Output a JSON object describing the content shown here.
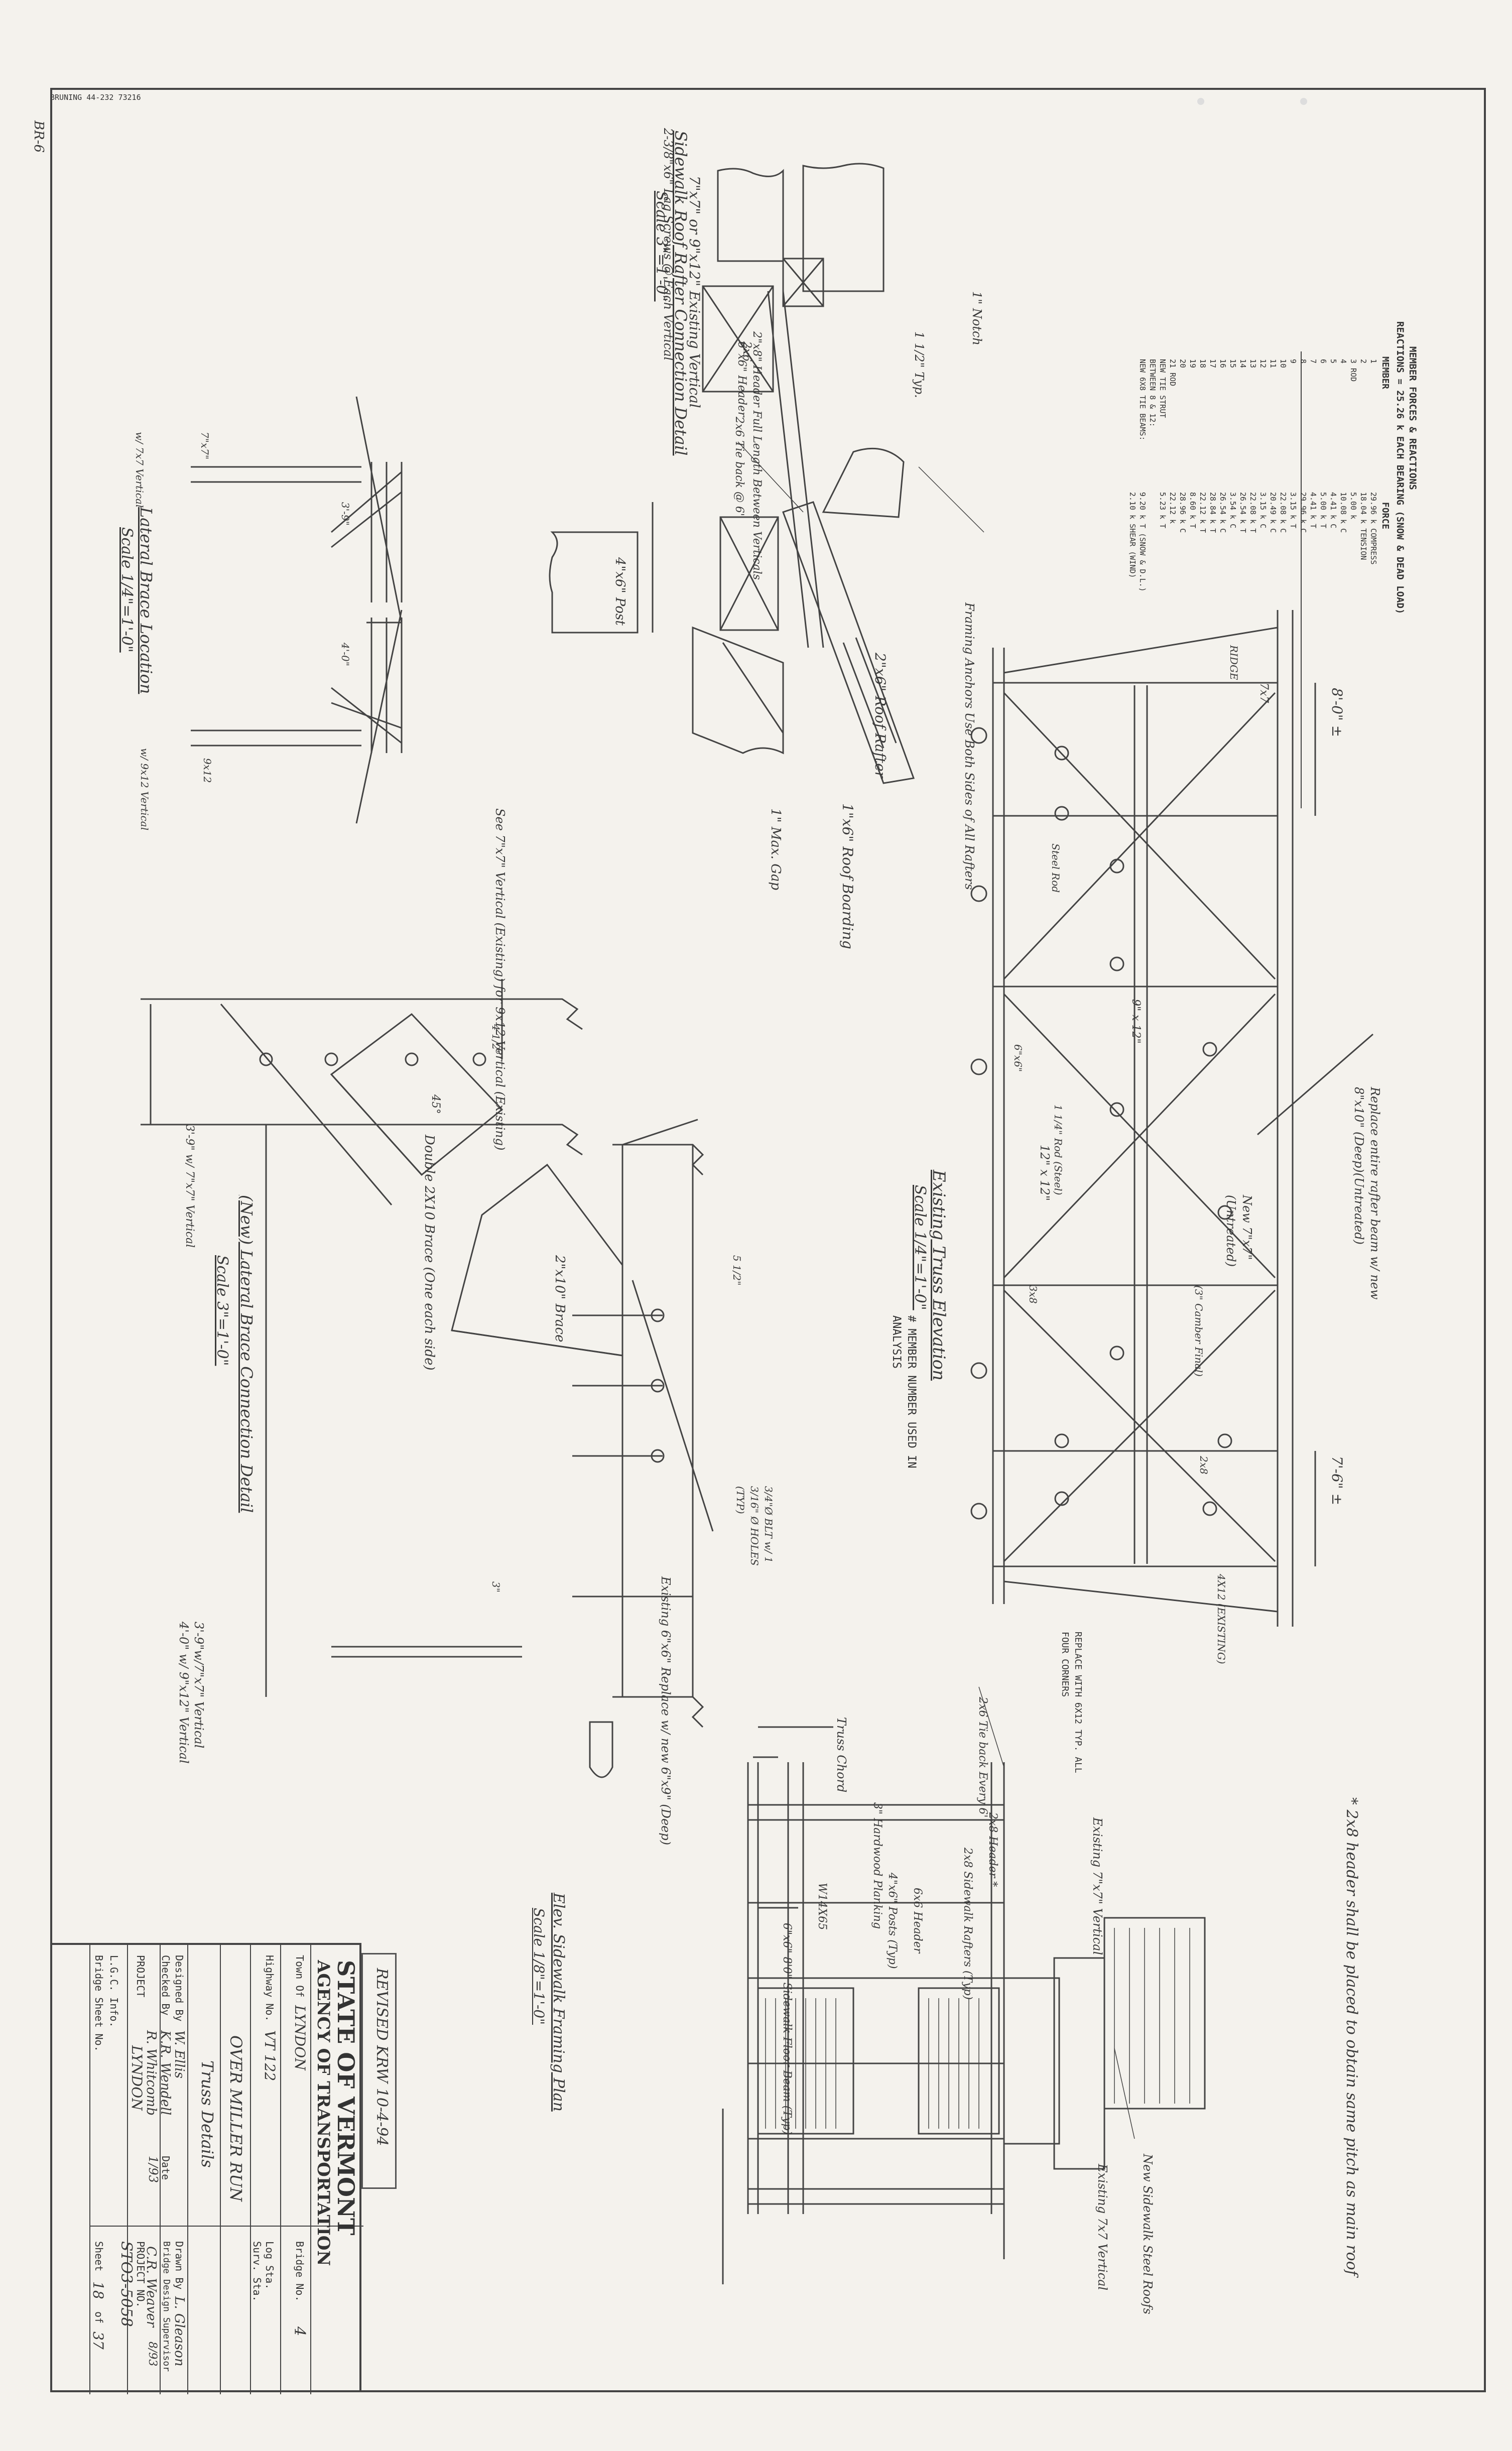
{
  "header": {
    "stamp": "BRUNING 44-232 73216",
    "sheet_code": "BR-6"
  },
  "title_block": {
    "agency_line1": "STATE OF VERMONT",
    "agency_line2": "AGENCY OF TRANSPORTATION",
    "revised": "REVISED   KRW  10-4-94",
    "town_label": "Town Of",
    "town": "LYNDON",
    "bridge_no_label": "Bridge No.",
    "bridge_no": "4",
    "highway_label": "Highway No.",
    "highway": "VT 122",
    "log_sta": "Log Sta.",
    "surv_sta": "Surv. Sta.",
    "crossing": "OVER MILLER RUN",
    "sheet_title": "Truss Details",
    "designed_by_label": "Designed By",
    "designed_by": "W. Ellis",
    "drawn_by_label": "Drawn By",
    "drawn_by": "L. Gleason",
    "checked_by_label": "Checked By",
    "checked_by": "K.R. Wendell",
    "date_label": "Date",
    "date1": "1/93",
    "bridge_design_supv_label": "Bridge Design Supervisor",
    "supervisor": "R. Whitcomb",
    "date2": "8/93",
    "engineer": "C.R. Weaver",
    "project_label": "PROJECT",
    "project": "LYNDON",
    "project_no_label": "PROJECT NO.",
    "project_no": "STO3-5058",
    "lgc_info": "L.G.C. Info.",
    "bridge_sheet_label": "Bridge Sheet No.",
    "sheet_label": "Sheet",
    "sheet": "18",
    "of_label": "of",
    "of": "37"
  },
  "forces_table": {
    "title": "MEMBER FORCES & REACTIONS",
    "reactions": "REACTIONS = 25.26 k EACH BEARING (SNOW & DEAD LOAD)",
    "col_member": "MEMBER",
    "col_force": "FORCE",
    "rows": [
      [
        "1",
        "29.96 k COMPRESS"
      ],
      [
        "2",
        "18.04 k TENSION"
      ],
      [
        "3   ROD",
        "5.00 k"
      ],
      [
        "4",
        "10.08 k C"
      ],
      [
        "5",
        "4.41 k C"
      ],
      [
        "6",
        "5.00 k T"
      ],
      [
        "7",
        "4.41 k T"
      ],
      [
        "8",
        "29.96 k C"
      ],
      [
        "9",
        "3.15 k T"
      ],
      [
        "10",
        "22.08 k C"
      ],
      [
        "11",
        "20.49 k C"
      ],
      [
        "12",
        "3.15 k C"
      ],
      [
        "13",
        "22.08 k T"
      ],
      [
        "14",
        "26.54 k T"
      ],
      [
        "15",
        "3.54 k C"
      ],
      [
        "16",
        "26.54 k C"
      ],
      [
        "17",
        "28.84 k T"
      ],
      [
        "18",
        "22.12 k T"
      ],
      [
        "19",
        "8.60 k T"
      ],
      [
        "20",
        "28.96 k C"
      ],
      [
        "21   ROD",
        "22.12 k"
      ],
      [
        "NEW TIE STRUT",
        "5.23 k T"
      ],
      [
        "BETWEEN 8 & 12:",
        ""
      ],
      [
        "NEW 6X8 TIE BEAMS:",
        "9.20 k T (SNOW & D.L.)"
      ],
      [
        "",
        "2.10 k SHEAR (WIND)"
      ]
    ]
  },
  "notes": {
    "asterisk_note": "* 2x8 header shall be placed to obtain same pitch as main roof",
    "member_note": "# MEMBER NUMBER USED IN ANALYSIS",
    "replace_rafter": "Replace entire rafter beam w/ new 8\"x10\" (Deep)(Untreated)",
    "new_vertical": "New 7\"x7\" (Untreated)",
    "replace_corners": "REPLACE WITH 6X12 TYP. ALL FOUR CORNERS",
    "existing_corner": "4X12 (EXISTING)",
    "camber": "(3\" Camber Final)",
    "bolt_holes": "3/4\"Ø BLT w/ 1 3/16\" Ø HOLES (TYP)"
  },
  "details": {
    "truss_elevation": {
      "title": "Existing Truss Elevation",
      "scale": "Scale 1/4\"=1'-0\"",
      "dim_left": "8'-0\" ±",
      "dim_right": "7'-6\" ±"
    },
    "rafter_connection": {
      "title": "Sidewalk Roof Rafter Connection Detail",
      "scale": "Scale 3\"=1'-0\""
    },
    "lateral_brace_location": {
      "title": "Lateral Brace Location",
      "scale": "Scale 1/4\"=1'-0\""
    },
    "lateral_brace_connection": {
      "title": "(New) Lateral Brace Connection Detail",
      "scale": "Scale 3\"=1'-0\""
    },
    "sidewalk_framing": {
      "title": "Elev. Sidewalk Framing Plan",
      "scale": "Scale 1/8\"=1'-0\""
    }
  },
  "labels": {
    "rafter": [
      "2\"x6\" Roof Rafter",
      "1\"x6\" Roof Boarding",
      "1\" Max. Gap",
      "Framing Anchors Use Both Sides of All Rafters",
      "2\"x8\" Header Full Length Between Verticals",
      "6\"x6\" Header",
      "2x6 Tie back @ 6'",
      "1\" Notch",
      "1 1/2\" Typ.",
      "4\"x6\" Post",
      "7\"x7\" or 9\"x12\" Existing Vertical",
      "2-3/8\"x6\" Lag Screws @ Each Vertical",
      "2x6"
    ],
    "lateral": [
      "7\"x7\"",
      "9x12",
      "w/ 7x7 Vertical",
      "w/ 9x12 Vertical",
      "3'-9\"",
      "4'-0\""
    ],
    "brace": [
      "Double 2X10 Brace (One each side)",
      "2\"x10\" Brace",
      "See 7\"x7\" Vertical (Existing) for 9x12 Vertical (Existing)",
      "3'-9\" w/ 7\"x7\" Vertical",
      "3'-9\"w/7\"x7\" Vertical",
      "4'-0\" w/ 9\"x12\" Vertical",
      "Existing 6\"x6\" Replace w/ new 6\"x9\" (Deep)",
      "45°",
      "3\"",
      "4 1/2\"",
      "5 1/2\""
    ],
    "framing": [
      "Truss Chord",
      "2x6 Tie back Every 6'",
      "Existing 7\"x7\" Vertical",
      "2x8 Header *",
      "2x8 Sidewalk Rafters (Typ)",
      "6x6 Header",
      "4\"x6\" Posts (Typ)",
      "3\" Hardwood Planking",
      "W14X65",
      "6\"x6\" 8'0\" Sidewalk Floor Beam (Typ)",
      "New Sidewalk Steel Roofs",
      "Existing 7x7 Vertical"
    ],
    "members": [
      "7x7",
      "9\" x 12\"",
      "12\" x 12\"",
      "3x8",
      "6\"x6\"",
      "Steel Rod",
      "2x8",
      "1 1/4\" Rod (Steel)",
      "RIDGE"
    ]
  }
}
